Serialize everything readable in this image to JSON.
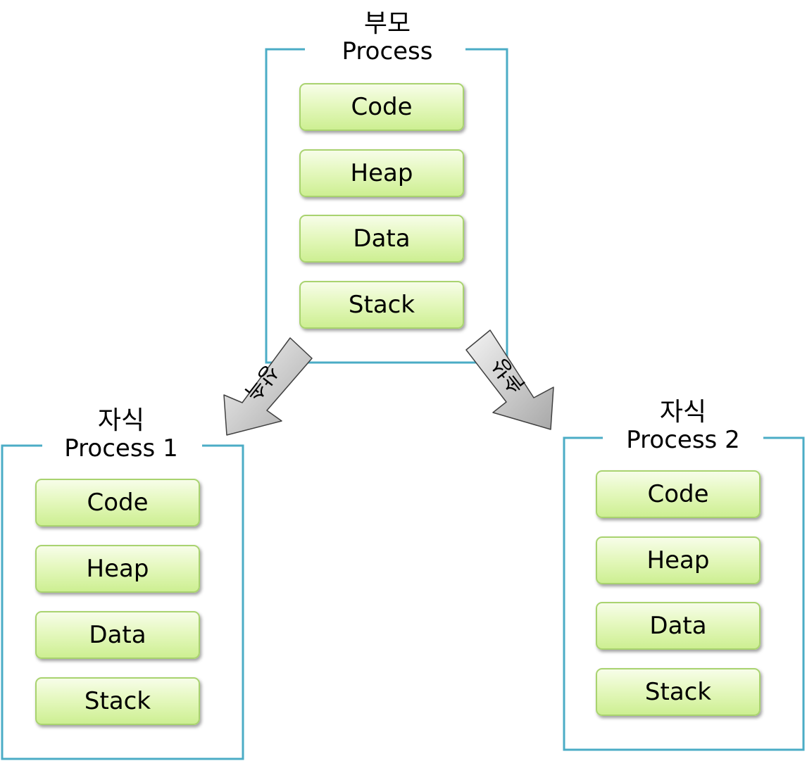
{
  "parent": {
    "title": "부모",
    "subtitle": "Process",
    "segments": [
      "Code",
      "Heap",
      "Data",
      "Stack"
    ]
  },
  "child1": {
    "title": "자식",
    "subtitle": "Process 1",
    "segments": [
      "Code",
      "Heap",
      "Data",
      "Stack"
    ]
  },
  "child2": {
    "title": "자식",
    "subtitle": "Process 2",
    "segments": [
      "Code",
      "Heap",
      "Data",
      "Stack"
    ]
  },
  "arrows": {
    "left_label": "상속",
    "right_label": "상속"
  },
  "colors": {
    "frame": "#4bacc6",
    "segment_border": "#a9d36f",
    "segment_fill": "#e5f8bf",
    "arrow_fill": "#c4c4c4"
  }
}
